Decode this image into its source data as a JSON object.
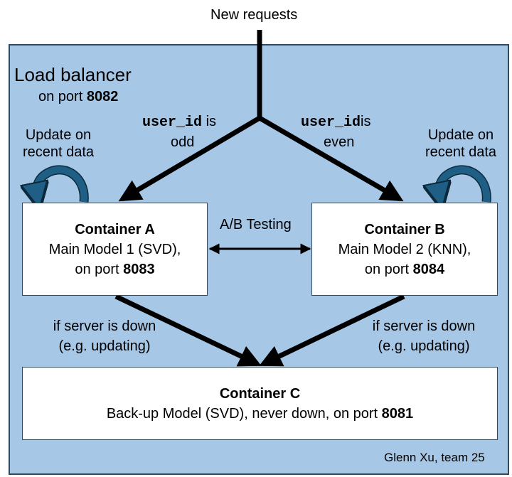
{
  "input": {
    "label": "New requests"
  },
  "load_balancer": {
    "title": "Load balancer",
    "port_prefix": "on port ",
    "port": "8082"
  },
  "routing": {
    "left_code": "user_id",
    "left_is": " is",
    "left_cond": "odd",
    "right_code": "user_id",
    "right_is": "is",
    "right_cond": "even"
  },
  "update_loops": {
    "left": {
      "line1": "Update on",
      "line2": "recent data"
    },
    "right": {
      "line1": "Update on",
      "line2": "recent data"
    }
  },
  "ab_testing": {
    "label": "A/B Testing"
  },
  "containers": {
    "a": {
      "title": "Container A",
      "model": "Main Model 1 (SVD),",
      "port_prefix": "on port ",
      "port": "8083"
    },
    "b": {
      "title": "Container B",
      "model": "Main Model 2 (KNN),",
      "port_prefix": "on port ",
      "port": "8084"
    },
    "c": {
      "title": "Container C",
      "model": "Back-up Model (SVD), never down, on port ",
      "port": "8081"
    }
  },
  "fallback": {
    "left": {
      "line1": "if server is down",
      "line2": "(e.g. updating)"
    },
    "right": {
      "line1": "if server is down",
      "line2": "(e.g. updating)"
    }
  },
  "credit": "Glenn Xu, team 25",
  "colors": {
    "frame_fill": "#a7c7e7",
    "frame_border": "#2f4a60",
    "loop_arrow": "#1f5f86",
    "arrow": "#000000"
  }
}
